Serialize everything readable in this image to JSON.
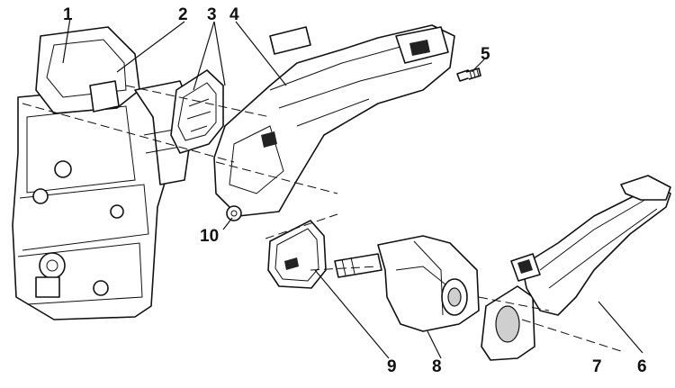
{
  "callouts": [
    "1",
    "2",
    "3",
    "4",
    "5",
    "6",
    "7",
    "8",
    "9",
    "10"
  ]
}
